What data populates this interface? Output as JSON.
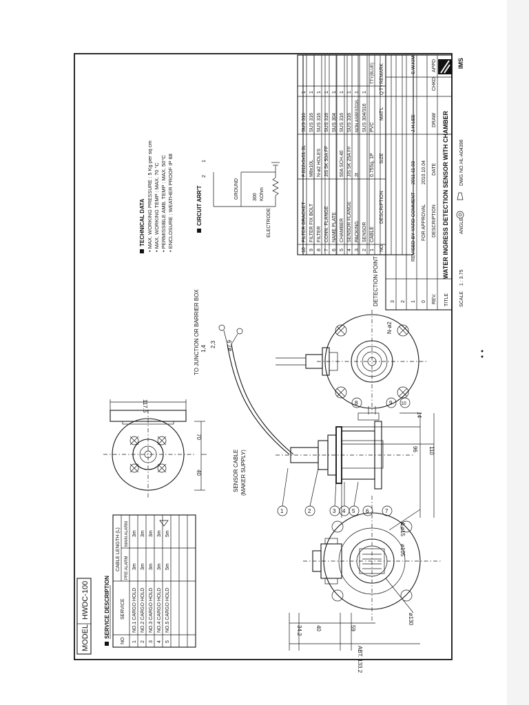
{
  "model": {
    "label": "MODEL",
    "value": "HWDC-100"
  },
  "service": {
    "title": "SERVICE DESCRIPTION",
    "headers": {
      "no": "NO",
      "service": "SERVICE",
      "cable": "CABLE LENGTH (L)",
      "pre": "PRE ALARM",
      "main": "MAIN ALARM"
    },
    "rows": [
      {
        "no": "1",
        "service": "NO.1 CARGO HOLD",
        "pre": "3m",
        "main": "3m"
      },
      {
        "no": "2",
        "service": "NO.2 CARGO HOLD",
        "pre": "3m",
        "main": "3m"
      },
      {
        "no": "3",
        "service": "NO.3 CARGO HOLD",
        "pre": "3m",
        "main": "3m"
      },
      {
        "no": "4",
        "service": "NO.4 CARGO HOLD",
        "pre": "3m",
        "main": "3m"
      },
      {
        "no": "5",
        "service": "NO.5 CARGO HOLD",
        "pre": "5m",
        "main": "5m"
      }
    ]
  },
  "dims": {
    "d1": "117.5",
    "d2": "70",
    "d3": "40",
    "d4": "96",
    "d5": "110",
    "d6": "14",
    "d7": "34.2",
    "d8": "40",
    "d9": "59",
    "d10": "ABT. 133.2",
    "d11": "4-ø15",
    "d12": "ø105",
    "d13": "ø130",
    "d14": "N-ø2",
    "d15": "ø7.9"
  },
  "labels": {
    "junction": "TO JUNCTION OR BARRIER BOX",
    "term_a": "1,4",
    "term_b": "2,3",
    "cable1": "SENSOR CABLE",
    "cable2": "(MAKER SUPPLY)",
    "detection": "DETECTION POINT",
    "balloons": [
      "1",
      "2",
      "3",
      "4",
      "5",
      "6",
      "7",
      "8",
      "9",
      "10"
    ]
  },
  "technical": {
    "title": "TECHNICAL DATA",
    "lines": [
      "• MAX. WORKING PRESSURE : 5 Kg per sq cm",
      "• MAX. WORKING TEMP : MAX. 70 °C",
      "• PERMISSIBLE AMB. TEMP : MAX. 50°C",
      "• ENCLOSURE : WEATHER PROOF IP 68"
    ]
  },
  "circuit": {
    "title": "CIRCUIT ARR'T",
    "ground": "GROUND",
    "electrode": "ELECTRODE",
    "resistor1": "300",
    "resistor2": "KOhm",
    "pin1": "1",
    "pin2": "2"
  },
  "parts": {
    "headers": {
      "no": "NO.",
      "desc": "DESCRIPTION",
      "size": "SIZE",
      "mat": "MAT'L",
      "qty": "Q'TY",
      "remark": "REMARK"
    },
    "rows": [
      {
        "no": "10",
        "desc": "FILTER BRACKET",
        "size": "F.B12x5x51.3L",
        "mat": "SUS 316",
        "qty": "1",
        "remark": ""
      },
      {
        "no": "9",
        "desc": "FILTER FIX BOLT",
        "size": "M8x10L",
        "mat": "SUS 316",
        "qty": "1",
        "remark": ""
      },
      {
        "no": "8",
        "desc": "FILTER",
        "size": "N-ø2 HOLES",
        "mat": "SUS 316",
        "qty": "1",
        "remark": ""
      },
      {
        "no": "7",
        "desc": "CONN. FLANGE",
        "size": "JIS 5K 50A FF",
        "mat": "SUS 316",
        "qty": "1",
        "remark": ""
      },
      {
        "no": "6",
        "desc": "NAME PLATE",
        "size": "",
        "mat": "SUS 304",
        "qty": "1",
        "remark": ""
      },
      {
        "no": "5",
        "desc": "CHAMBER",
        "size": "50A SCH.40",
        "mat": "SUS 316",
        "qty": "1",
        "remark": ""
      },
      {
        "no": "4",
        "desc": "SENSOR FLANGE",
        "size": "JIS 5K 25A FF",
        "mat": "SUS 316",
        "qty": "1",
        "remark": ""
      },
      {
        "no": "3",
        "desc": "PACKING",
        "size": "2t",
        "mat": "NON ASBESTOS",
        "qty": "1",
        "remark": ""
      },
      {
        "no": "2",
        "desc": "SENSOR",
        "size": "",
        "mat": "SUS 304/316",
        "qty": "1",
        "remark": ""
      },
      {
        "no": "1",
        "desc": "CABLE",
        "size": "0.75Sq, 1P",
        "mat": "PVC",
        "qty": "",
        "remark": "TTY(BLUE)"
      }
    ]
  },
  "revisions": {
    "rows": [
      {
        "rev": "3",
        "desc": "",
        "date": "",
        "drawn": "",
        "chkd": "",
        "appd": ""
      },
      {
        "rev": "2",
        "desc": "",
        "date": "",
        "drawn": "",
        "chkd": "",
        "appd": ""
      },
      {
        "rev": "1",
        "desc": "REVISED BY YARD COMMENT",
        "date": "2011.11.03",
        "drawn": "J.H.LEE",
        "chkd": "",
        "appd": "S.W.KIM"
      },
      {
        "rev": "0",
        "desc": "FOR APPROVAL",
        "date": "2010.10.04",
        "drawn": "",
        "chkd": "",
        "appd": ""
      }
    ],
    "header": {
      "rev": "REV.",
      "desc": "DESCRIPTION",
      "date": "DATE",
      "drawn": "DRAW",
      "chkd": "CHKD",
      "appd": "APPD"
    }
  },
  "title_block": {
    "title_label": "TITLE",
    "title": "WATER INGRESS DETECTION SENSOR WITH CHAMBER",
    "scale_label": "SCALE",
    "scale": "1 : 3.75",
    "angle_label": "ANGLE",
    "dwg_label": "DWG NO.",
    "dwg": "HL-A04396",
    "company": "IMS"
  },
  "colors": {
    "line": "#111111",
    "paper": "#ffffff"
  }
}
